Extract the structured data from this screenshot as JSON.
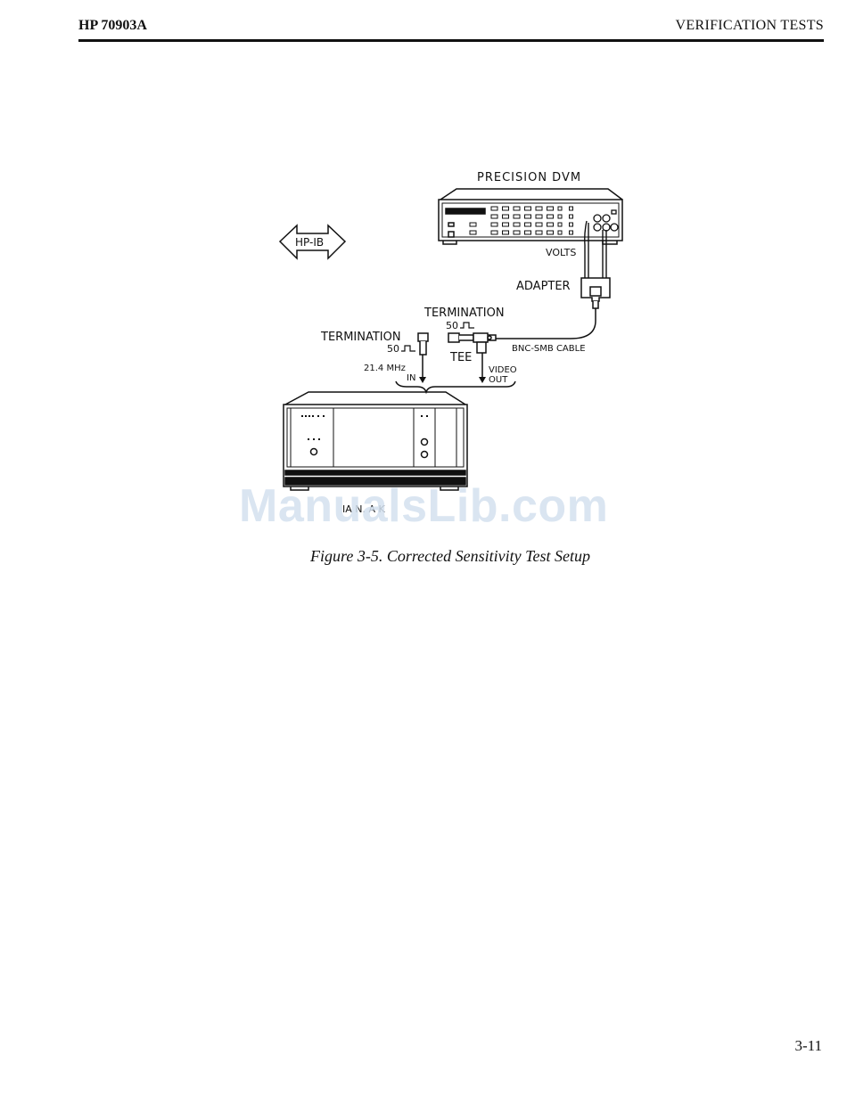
{
  "header": {
    "left": "HP 70903A",
    "right": "VERIFICATION TESTS"
  },
  "figure": {
    "labels": {
      "dvm": "PRECISION DVM",
      "hpib": "HP-IB",
      "volts": "VOLTS",
      "adapter": "ADAPTER",
      "termination_top": "TERMINATION",
      "ohms_top": "50",
      "termination_left": "TERMINATION",
      "ohms_left": "50",
      "cable": "BNC-SMB CABLE",
      "tee": "TEE",
      "freq_in_1": "21.4 MHz",
      "freq_in_2": "IN",
      "video_out_1": "VIDEO",
      "video_out_2": "OUT",
      "module_label": "IA  N.  A  K"
    },
    "caption": "Figure 3-5.  Corrected Sensitivity Test Setup"
  },
  "watermark": "ManualsLib.com",
  "page_number": "3-11"
}
